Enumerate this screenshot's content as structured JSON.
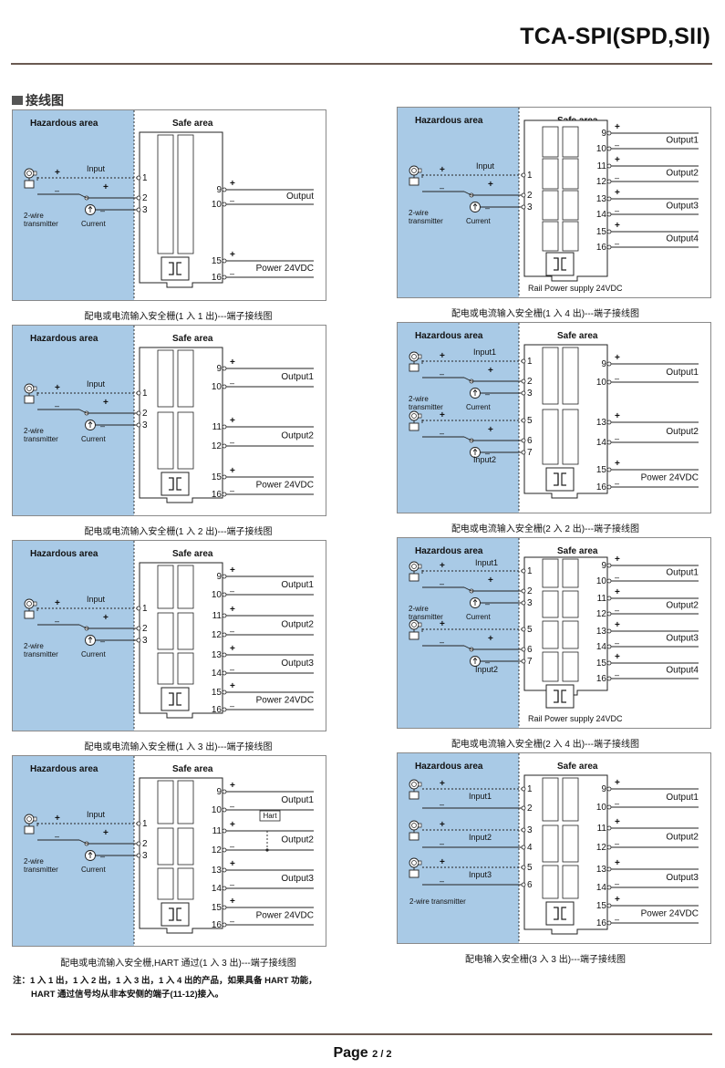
{
  "header": {
    "title": "TCA-SPI(SPD,SII)"
  },
  "section": {
    "title": "接线图"
  },
  "labels": {
    "hazardous": "Hazardous area",
    "safe": "Safe area",
    "input": "Input",
    "two_wire_1": "2-wire",
    "two_wire_2": "transmitter",
    "two_wire_transmitter": "2-wire transmitter",
    "current": "Current",
    "power": "Power 24VDC",
    "rail_power": "Rail Power supply 24VDC",
    "output": "Output",
    "hart": "Hart",
    "plus": "+",
    "minus": "–"
  },
  "captions": {
    "d1": "配电或电流输入安全栅(1 入 1 出)---端子接线图",
    "d2": "配电或电流输入安全栅(1 入 4 出)---端子接线图",
    "d3": "配电或电流输入安全栅(1 入 2 出)---端子接线图",
    "d4": "配电或电流输入安全栅(2 入 2 出)---端子接线图",
    "d5": "配电或电流输入安全栅(1 入 3 出)---端子接线图",
    "d6": "配电或电流输入安全栅(2 入 4 出)---端子接线图",
    "d7": "配电或电流输入安全栅,HART 通过(1 入 3 出)---端子接线图",
    "d8": "配电输入安全栅(3 入 3 出)---端子接线图"
  },
  "note": {
    "line1": "注：1 入 1 出，1 入 2 出，1 入 3 出，1 入 4 出的产品，如果具备 HART 功能，",
    "line2": "HART 通过信号均从非本安侧的端子(11-12)接入。"
  },
  "footer": {
    "page_word": "Page",
    "page_num": "2 / 2"
  },
  "colors": {
    "hazard_bg": "#a9cae6",
    "frame": "#8a8a8a",
    "line": "#222222",
    "rule": "#6a5a52"
  }
}
